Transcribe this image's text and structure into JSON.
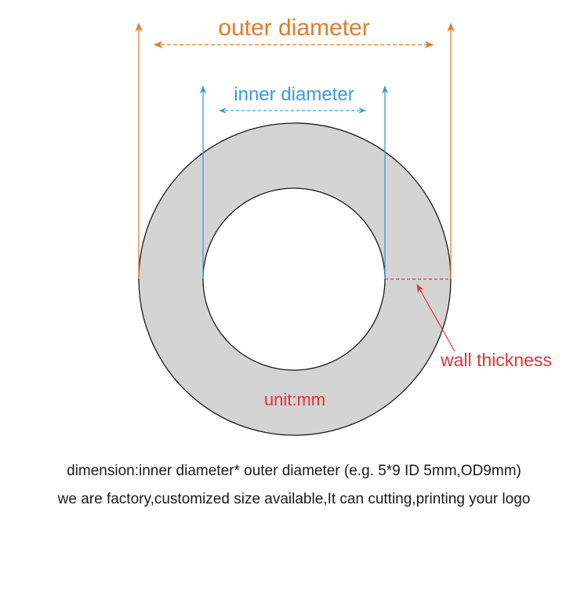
{
  "labels": {
    "outer_diameter": "outer diameter",
    "inner_diameter": "inner diameter",
    "wall_thickness": "wall thickness",
    "unit": "unit:mm"
  },
  "notes": {
    "line1": "dimension:inner diameter* outer diameter (e.g. 5*9  ID 5mm,OD9mm)",
    "line2": "we are factory,customized size available,It can cutting,printing your logo"
  },
  "colors": {
    "outer": "#e07b2a",
    "inner": "#3a9ad9",
    "wall": "#e0333a",
    "ring_fill": "#d4d4d4",
    "ring_stroke": "#1a1a1a"
  }
}
